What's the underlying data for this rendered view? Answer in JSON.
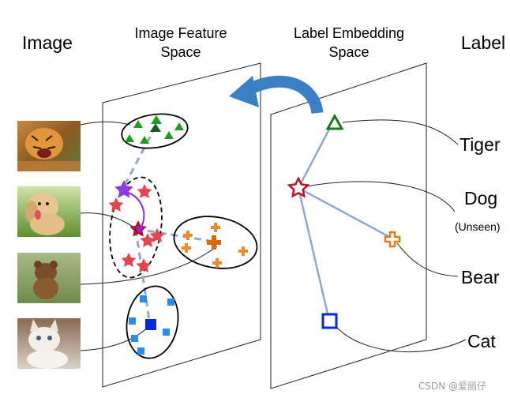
{
  "headers": {
    "image": "Image",
    "feature_space_line1": "Image Feature",
    "feature_space_line2": "Space",
    "embedding_space_line1": "Label Embedding",
    "embedding_space_line2": "Space",
    "label": "Label"
  },
  "labels": {
    "tiger": "Tiger",
    "dog": "Dog",
    "dog_note": "(Unseen)",
    "bear": "Bear",
    "cat": "Cat"
  },
  "watermark": "CSDN @爱丽仔",
  "colors": {
    "tiger_green": "#1a8f1a",
    "dog_red": "#e0303a",
    "dog_purple": "#8a2be2",
    "bear_orange": "#e07b1a",
    "cat_blue": "#1e6ee6",
    "link_blue": "#8fa8d0",
    "arrow_blue": "#3b7fc4"
  },
  "images": [
    {
      "subject": "tiger",
      "icon": "tiger-photo"
    },
    {
      "subject": "dog",
      "icon": "dog-photo"
    },
    {
      "subject": "bear",
      "icon": "bear-photo"
    },
    {
      "subject": "cat",
      "icon": "cat-photo"
    }
  ]
}
